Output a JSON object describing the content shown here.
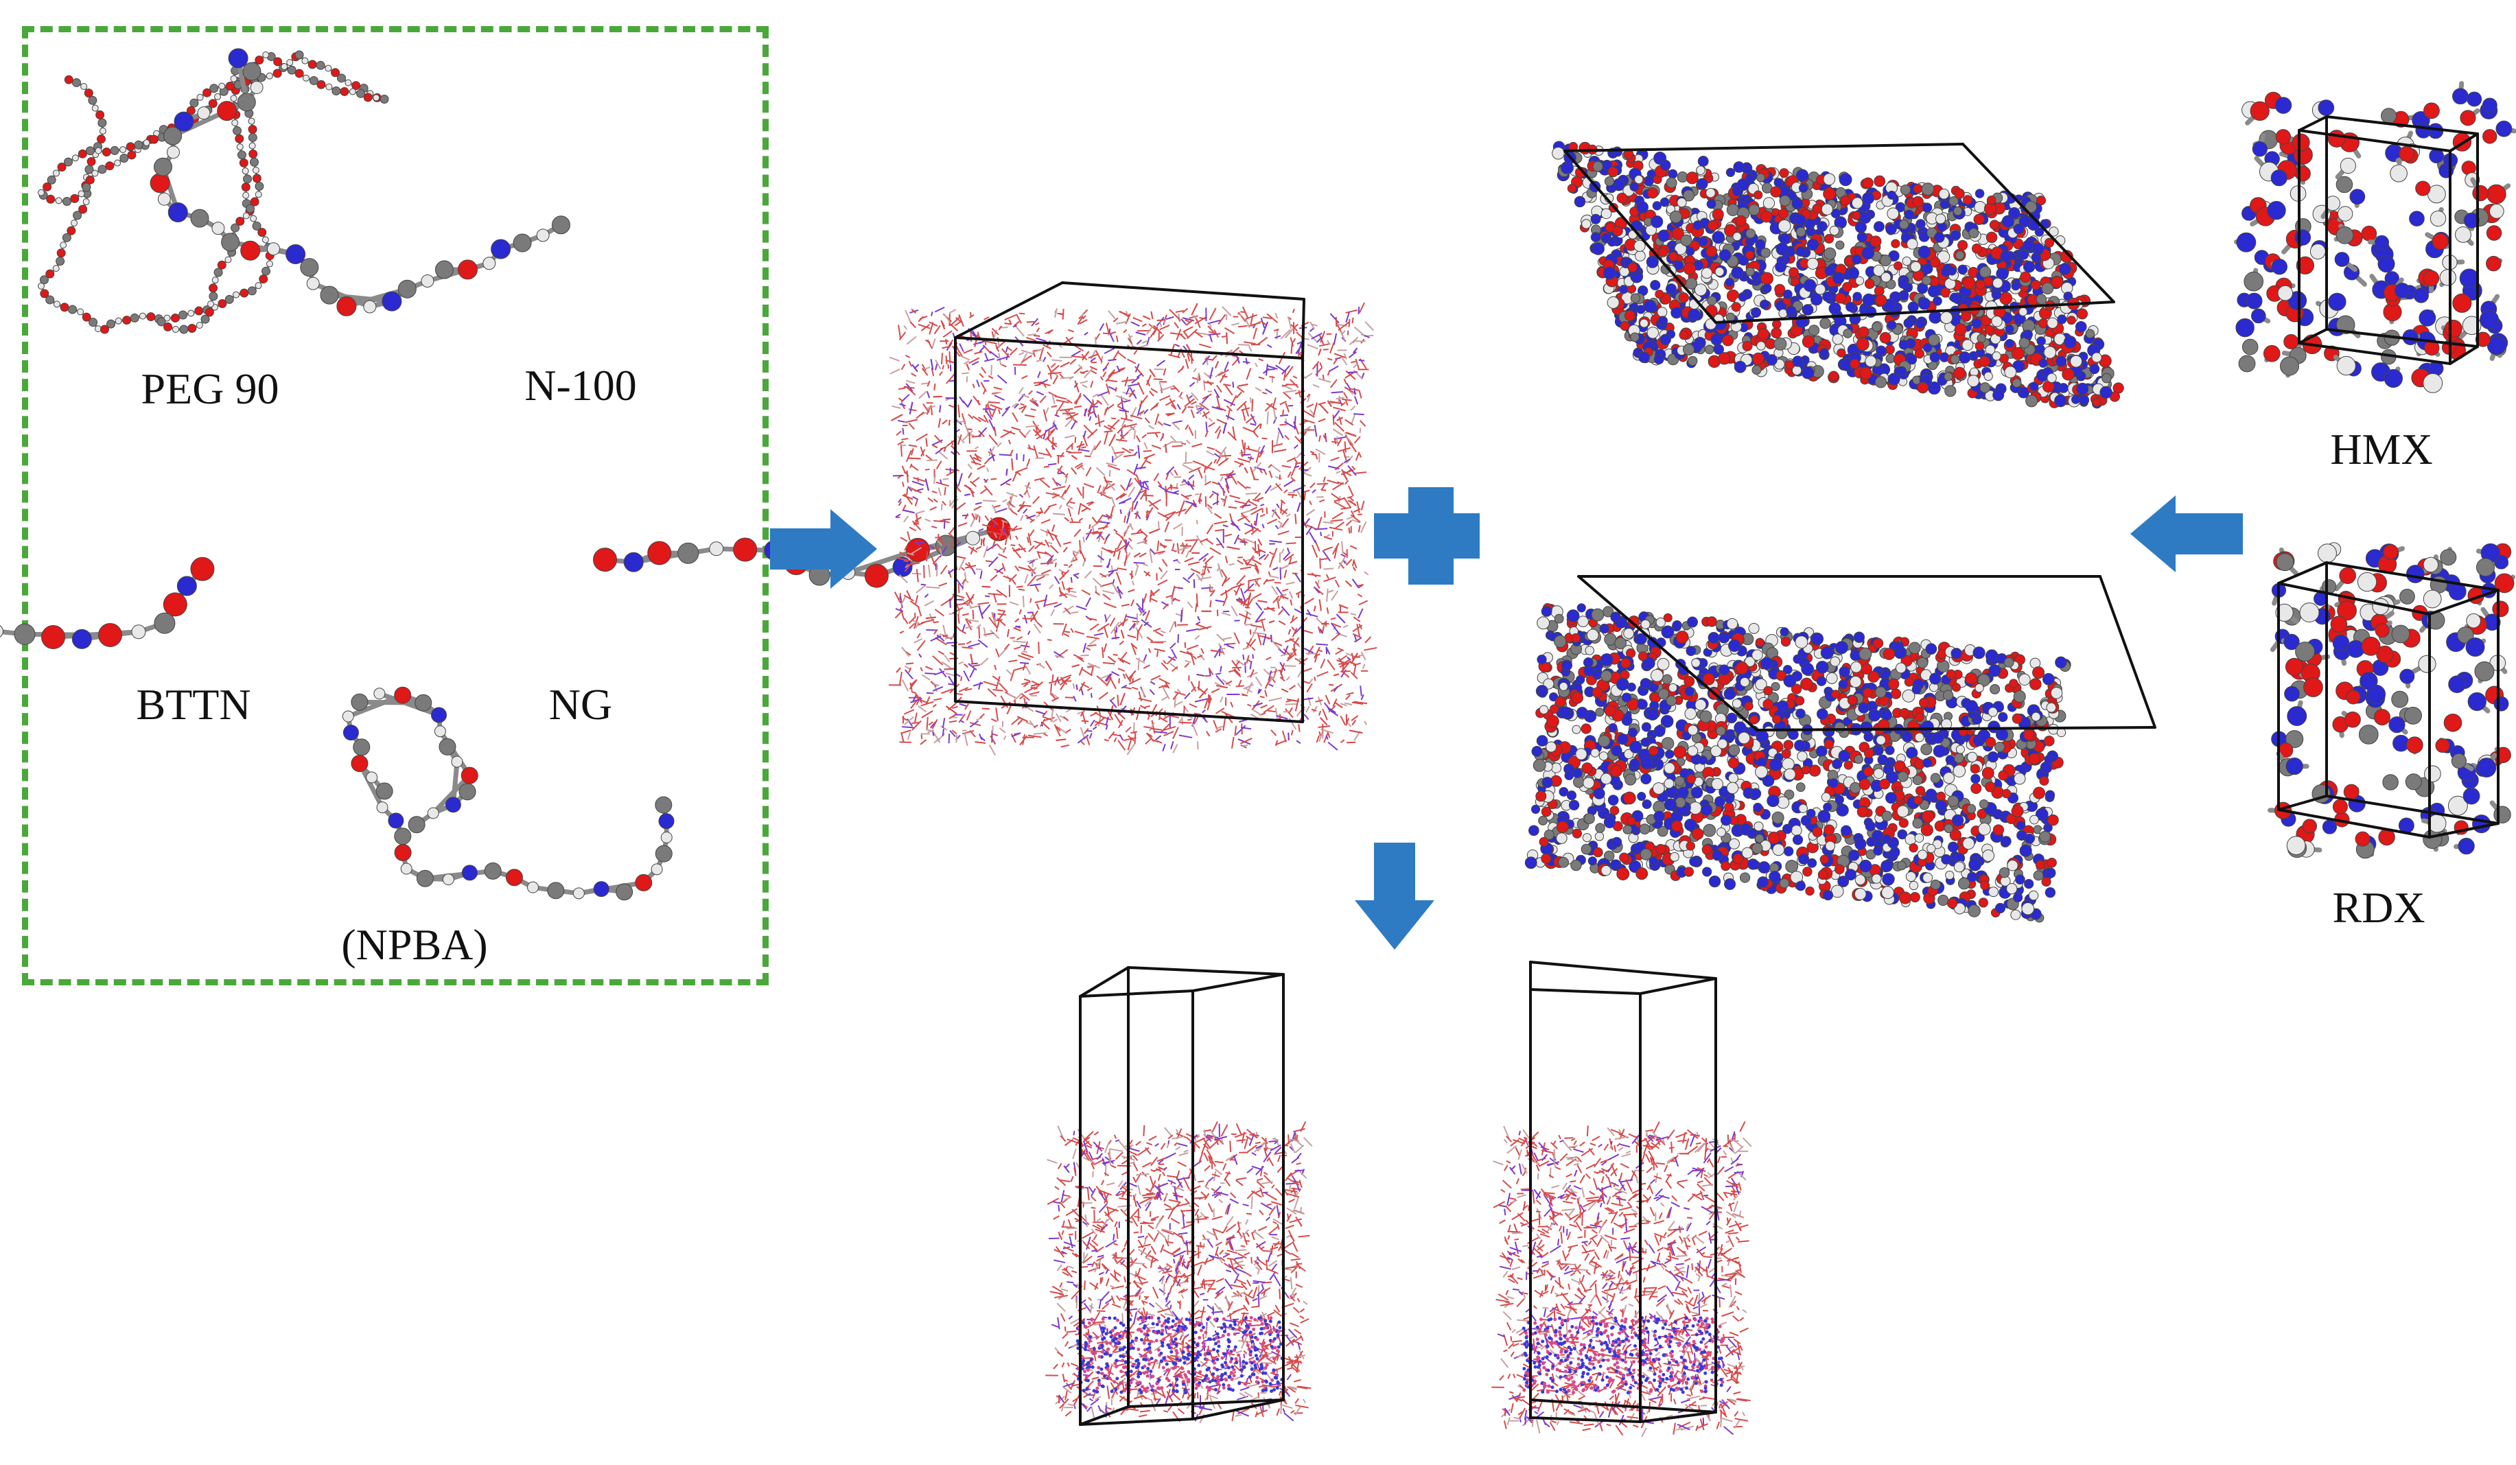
{
  "labels": {
    "peg": "PEG 90",
    "n100": "N-100",
    "bttn": "BTTN",
    "ng": "NG",
    "npba": "(NPBA)",
    "hmx": "HMX",
    "rdx": "RDX"
  },
  "colors": {
    "dashed_border": "#4aa83a",
    "arrow": "#2e7bc4",
    "oxygen": "#e01818",
    "nitrogen": "#2a2ad0",
    "carbon": "#7a7a7a",
    "hydrogen": "#e8e8e8",
    "cell_edge": "#111111"
  }
}
